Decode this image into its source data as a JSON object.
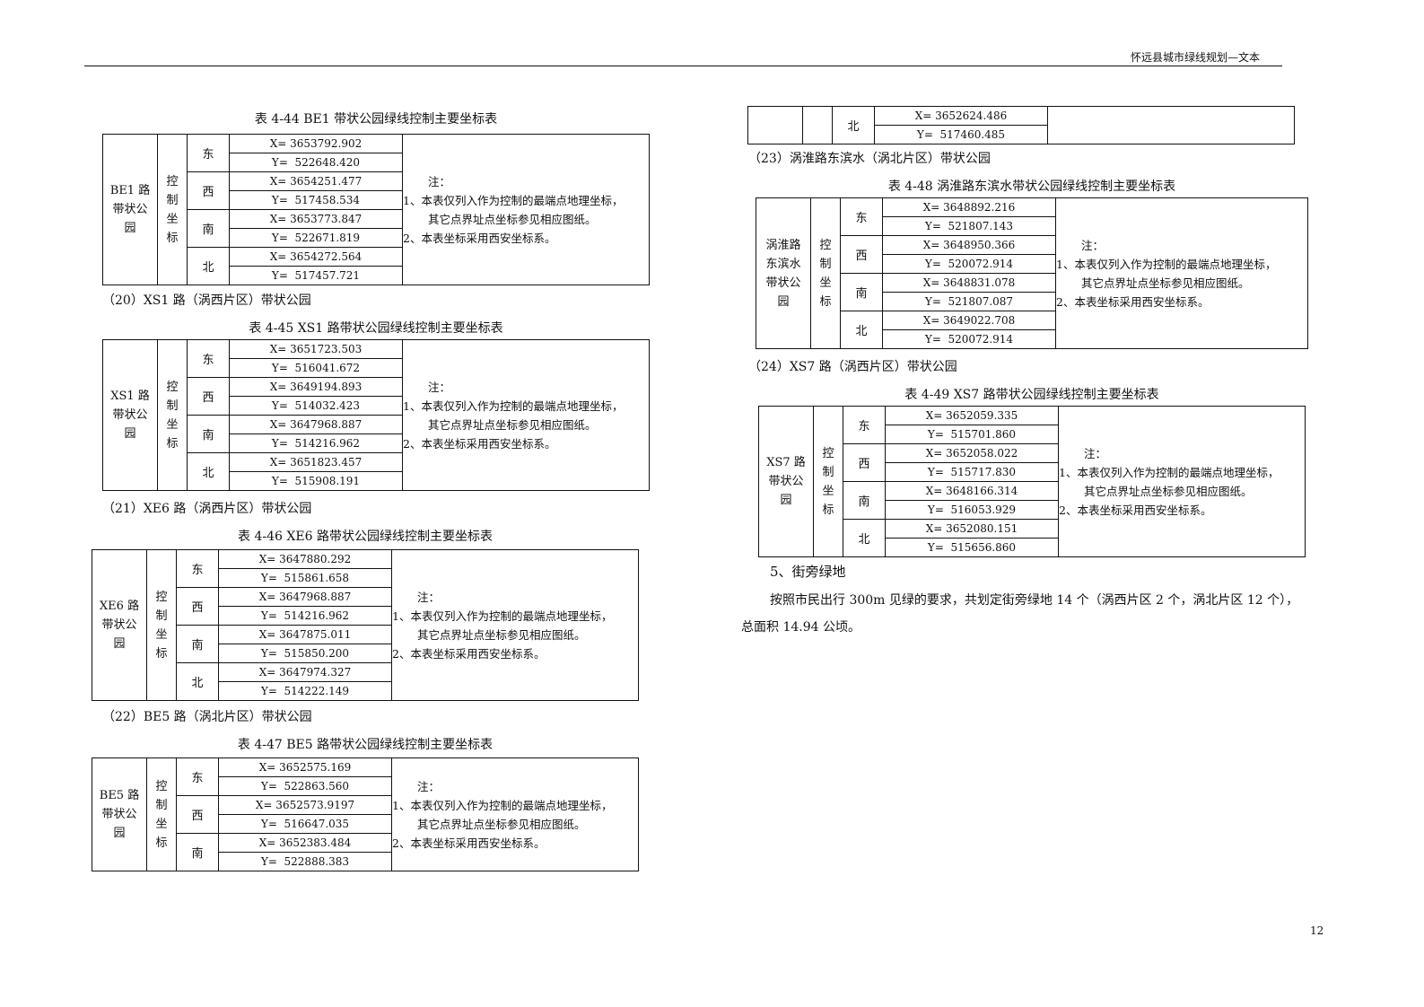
{
  "header": {
    "title": "怀远县城市绿线规划—文本"
  },
  "page_number": "12",
  "note": {
    "title": "注：",
    "line1": "1、本表仅列入作为控制的最端点地理坐标，",
    "line2": "其它点界址点坐标参见相应图纸。",
    "line3": "2、本表坐标采用西安坐标系。"
  },
  "ctrl_label": [
    "控",
    "制",
    "坐",
    "标"
  ],
  "tables": {
    "t44": {
      "caption": "表 4-44   BE1 带状公园绿线控制主要坐标表",
      "name": [
        "BE1 路",
        "带状公",
        "园"
      ],
      "rows": [
        {
          "dir": "东",
          "x": "X= 3653792.902",
          "y": "Y=  522648.420"
        },
        {
          "dir": "西",
          "x": "X= 3654251.477",
          "y": "Y=  517458.534"
        },
        {
          "dir": "南",
          "x": "X= 3653773.847",
          "y": "Y=  522671.819"
        },
        {
          "dir": "北",
          "x": "X= 3654272.564",
          "y": "Y=  517457.721"
        }
      ]
    },
    "t45": {
      "section": "（20）XS1 路（涡西片区）带状公园",
      "caption": "表 4-45   XS1 路带状公园绿线控制主要坐标表",
      "name": [
        "XS1 路",
        "带状公",
        "园"
      ],
      "rows": [
        {
          "dir": "东",
          "x": "X= 3651723.503",
          "y": "Y=  516041.672"
        },
        {
          "dir": "西",
          "x": "X= 3649194.893",
          "y": "Y=  514032.423"
        },
        {
          "dir": "南",
          "x": "X= 3647968.887",
          "y": "Y=  514216.962"
        },
        {
          "dir": "北",
          "x": "X= 3651823.457",
          "y": "Y=  515908.191"
        }
      ]
    },
    "t46": {
      "section": "（21）XE6 路（涡西片区）带状公园",
      "caption": "表 4-46   XE6 路带状公园绿线控制主要坐标表",
      "name": [
        "XE6 路",
        "带状公",
        "园"
      ],
      "rows": [
        {
          "dir": "东",
          "x": "X= 3647880.292",
          "y": "Y=  515861.658"
        },
        {
          "dir": "西",
          "x": "X= 3647968.887",
          "y": "Y=  514216.962"
        },
        {
          "dir": "南",
          "x": "X= 3647875.011",
          "y": "Y=  515850.200"
        },
        {
          "dir": "北",
          "x": "X= 3647974.327",
          "y": "Y=  514222.149"
        }
      ]
    },
    "t47": {
      "section": "（22）BE5 路（涡北片区）带状公园",
      "caption": "表 4-47   BE5 路带状公园绿线控制主要坐标表",
      "name": [
        "BE5 路",
        "带状公",
        "园"
      ],
      "rows": [
        {
          "dir": "东",
          "x": "X= 3652575.169",
          "y": "Y=  522863.560"
        },
        {
          "dir": "西",
          "x": "X= 3652573.9197",
          "y": "Y=  516647.035"
        },
        {
          "dir": "南",
          "x": "X= 3652383.484",
          "y": "Y=  522888.383"
        }
      ]
    },
    "t47cont": {
      "rows": [
        {
          "dir": "北",
          "x": "X= 3652624.486",
          "y": "Y=  517460.485"
        }
      ]
    },
    "t48": {
      "section": "（23）涡淮路东滨水（涡北片区）带状公园",
      "caption": "表 4-48   涡淮路东滨水带状公园绿线控制主要坐标表",
      "name": [
        "涡淮路",
        "东滨水",
        "带状公",
        "园"
      ],
      "rows": [
        {
          "dir": "东",
          "x": "X= 3648892.216",
          "y": "Y=  521807.143"
        },
        {
          "dir": "西",
          "x": "X= 3648950.366",
          "y": "Y=  520072.914"
        },
        {
          "dir": "南",
          "x": "X= 3648831.078",
          "y": "Y=  521807.087"
        },
        {
          "dir": "北",
          "x": "X= 3649022.708",
          "y": "Y=  520072.914"
        }
      ]
    },
    "t49": {
      "section": "（24）XS7 路（涡西片区）带状公园",
      "caption": "表 4-49   XS7 路带状公园绿线控制主要坐标表",
      "name": [
        "XS7 路",
        "带状公",
        "园"
      ],
      "rows": [
        {
          "dir": "东",
          "x": "X= 3652059.335",
          "y": "Y=  515701.860"
        },
        {
          "dir": "西",
          "x": "X= 3652058.022",
          "y": "Y=  515717.830"
        },
        {
          "dir": "南",
          "x": "X= 3648166.314",
          "y": "Y=  516053.929"
        },
        {
          "dir": "北",
          "x": "X= 3652080.151",
          "y": "Y=  515656.860"
        }
      ]
    }
  },
  "street_green": {
    "heading": "5、街旁绿地",
    "para1": "按照市民出行 300m 见绿的要求，共划定街旁绿地 14 个（涡西片区 2 个，涡北片区 12 个），",
    "para2": "总面积 14.94 公顷。"
  }
}
